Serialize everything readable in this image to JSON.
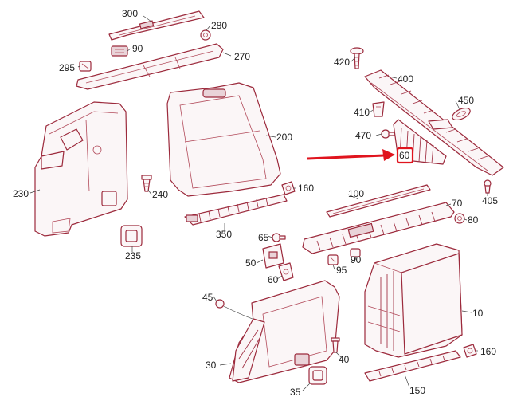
{
  "diagram": {
    "part_labels": [
      "300",
      "280",
      "90",
      "270",
      "295",
      "420",
      "400",
      "450",
      "410",
      "200",
      "470",
      "60",
      "230",
      "240",
      "160",
      "100",
      "70",
      "80",
      "405",
      "350",
      "65",
      "50",
      "90",
      "95",
      "60",
      "235",
      "45",
      "10",
      "40",
      "160",
      "30",
      "35",
      "150"
    ],
    "colors": {
      "part_stroke": "#9c2a3c",
      "highlight": "#e0141e",
      "text": "#222222"
    },
    "highlighted_part": "60"
  }
}
